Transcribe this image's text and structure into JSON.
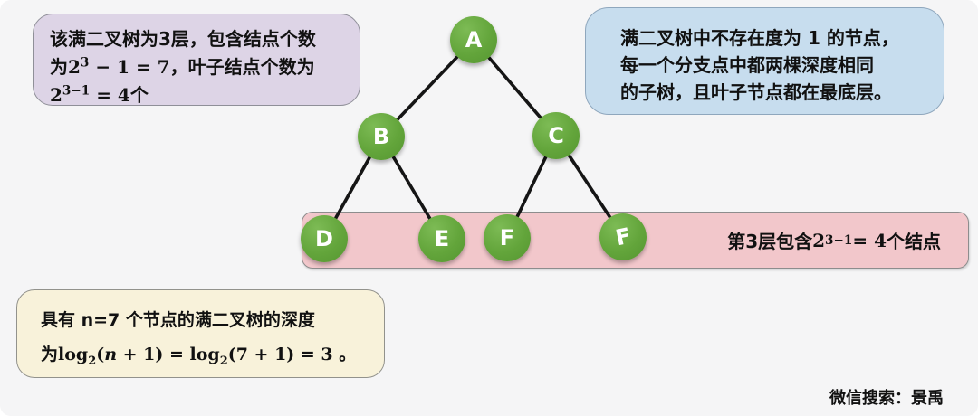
{
  "notes": {
    "purple": {
      "segments": [
        {
          "text": "该满二叉树为3层，包含结点个数"
        },
        {
          "text": "为"
        },
        {
          "text": "2"
        },
        {
          "text": "3"
        },
        {
          "text": " − 1 = 7"
        },
        {
          "text": "，叶子结点个数为"
        },
        {
          "text": "2"
        },
        {
          "text": "3−1"
        },
        {
          "text": " = 4"
        },
        {
          "text": "个"
        }
      ]
    },
    "blue": {
      "lines": [
        {
          "text": "满二叉树中不存在度为 1 的节点，"
        },
        {
          "text": "每一个分支点中都两棵深度相同"
        },
        {
          "text": "的子树，且叶子节点都在最底层。"
        }
      ]
    },
    "yellow": {
      "segments": [
        {
          "text": "具有 n=7 个节点的满二叉树的深度"
        },
        {
          "text": "为"
        },
        {
          "text": "log"
        },
        {
          "text": "2"
        },
        {
          "text": "("
        },
        {
          "text": "n"
        },
        {
          "text": " + 1) = "
        },
        {
          "text": "log"
        },
        {
          "text": "2"
        },
        {
          "text": "(7 + 1) = 3 。"
        }
      ]
    }
  },
  "band": {
    "segments": [
      {
        "text": "第3层包含"
      },
      {
        "text": "2"
      },
      {
        "text": "3−1"
      },
      {
        "text": " = 4 "
      },
      {
        "text": "个结点"
      }
    ]
  },
  "tree": {
    "nodes": [
      {
        "label": "A"
      },
      {
        "label": "B"
      },
      {
        "label": "C"
      },
      {
        "label": "D"
      },
      {
        "label": "E"
      },
      {
        "label": "F"
      },
      {
        "label": "F"
      }
    ],
    "edges": [
      "A-B",
      "A-C",
      "B-D",
      "B-E",
      "C-F",
      "C-F"
    ]
  },
  "watermark": "微信搜索：景禹",
  "colors": {
    "background": "#f5f5f6",
    "note_purple": "#ddd4e6",
    "note_blue": "#c7ddee",
    "note_yellow": "#f8f2da",
    "band_pink": "#f2c7cb",
    "node_green": "#63a53b",
    "edge_black": "#151515"
  }
}
